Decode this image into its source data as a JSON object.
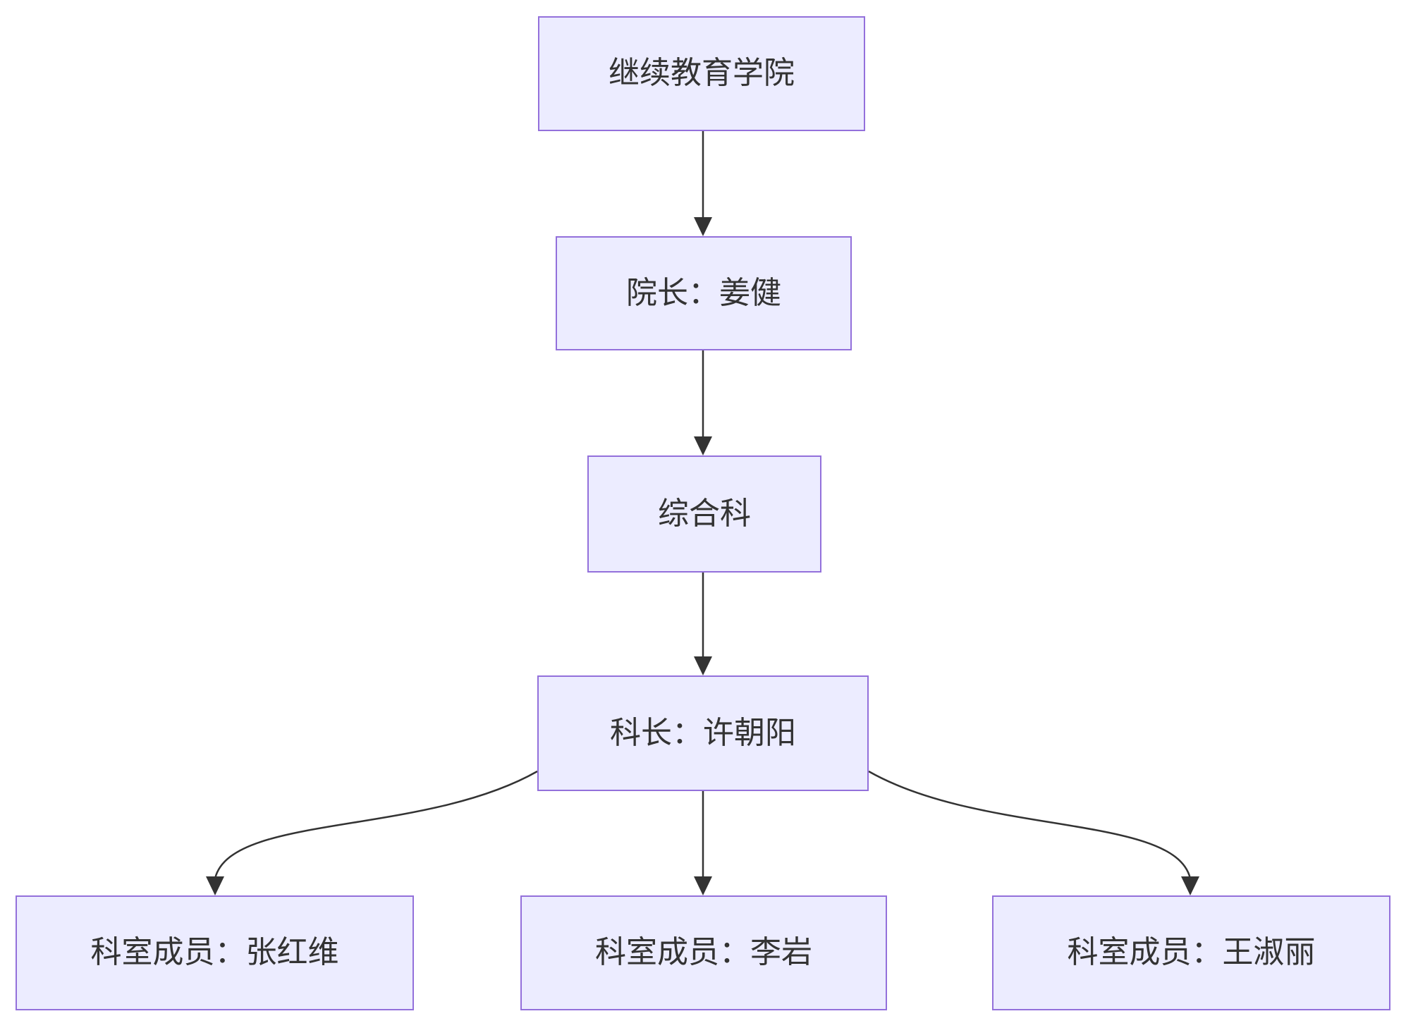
{
  "diagram": {
    "type": "flowchart-top-down",
    "nodes": [
      {
        "id": "college",
        "label": "继续教育学院"
      },
      {
        "id": "dean",
        "label": "院长：姜健"
      },
      {
        "id": "general-office",
        "label": "综合科"
      },
      {
        "id": "section-chief",
        "label": "科长：许朝阳"
      },
      {
        "id": "member-1",
        "label": "科室成员：张红维"
      },
      {
        "id": "member-2",
        "label": "科室成员：李岩"
      },
      {
        "id": "member-3",
        "label": "科室成员：王淑丽"
      }
    ],
    "edges": [
      {
        "from": "college",
        "to": "dean"
      },
      {
        "from": "dean",
        "to": "general-office"
      },
      {
        "from": "general-office",
        "to": "section-chief"
      },
      {
        "from": "section-chief",
        "to": "member-1"
      },
      {
        "from": "section-chief",
        "to": "member-2"
      },
      {
        "from": "section-chief",
        "to": "member-3"
      }
    ],
    "colors": {
      "node_fill": "#ECECFF",
      "node_border": "#9370DB",
      "edge_line": "#333333",
      "text": "#333333",
      "background": "#FFFFFF"
    }
  }
}
